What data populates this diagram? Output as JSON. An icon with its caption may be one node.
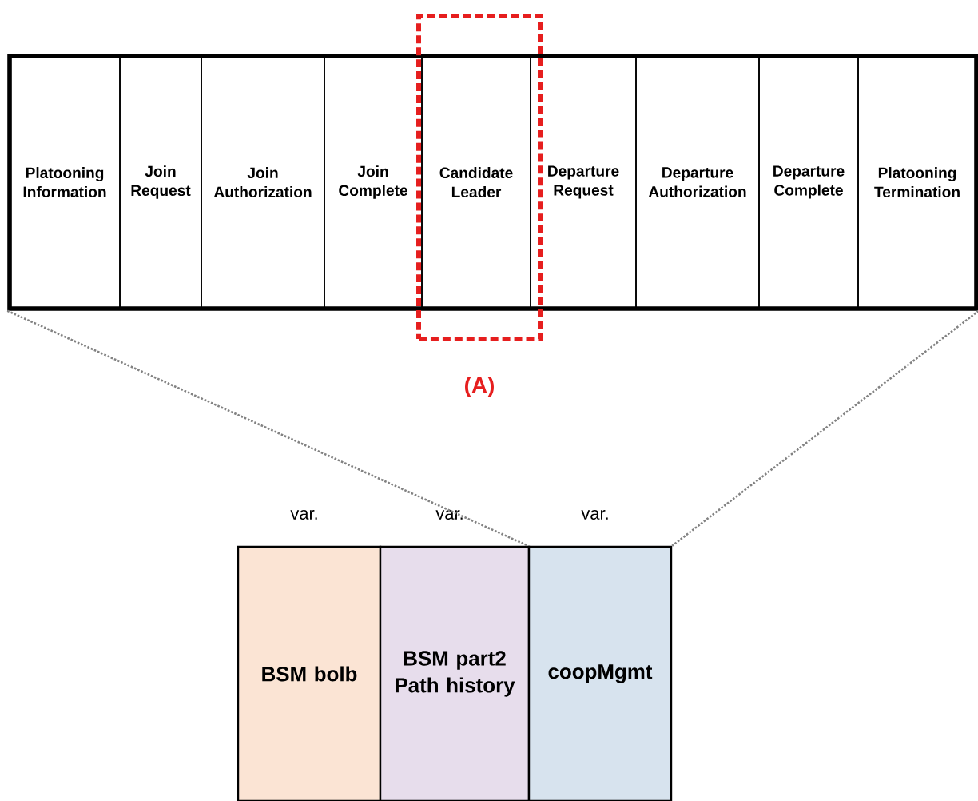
{
  "diagram": {
    "nodes": [
      {
        "text": [],
        "shape": "box"
      },
      {
        "text": [
          "Platooning Information"
        ],
        "in": 0
      },
      {
        "text": [
          "Join Request"
        ],
        "in": 0
      },
      {
        "text": [
          "Join Authorization"
        ],
        "in": 0
      },
      {
        "text": [
          "Join Complete"
        ],
        "in": 0
      },
      {
        "text": [
          "Candidate Leader"
        ]
      },
      {
        "text": [
          "Departure Request"
        ],
        "in": 0
      },
      {
        "text": [
          "Departure Authorization"
        ],
        "in": 0
      },
      {
        "text": [
          "Departure Complete"
        ],
        "in": 0
      },
      {
        "text": [
          "Platooning Termination"
        ],
        "in": 0
      },
      {
        "text": [],
        "shape": "box",
        "beside": [
          "(A)"
        ]
      },
      {
        "text": [
          "BSM bolb"
        ],
        "beside": [
          "var."
        ]
      },
      {
        "text": [
          "BSM part2 Path history"
        ],
        "beside": [
          "var."
        ]
      },
      {
        "text": [
          "coopMgmt"
        ],
        "beside": [
          "var."
        ]
      }
    ],
    "edges": [
      {
        "from": 0,
        "to": 13,
        "arrow": "none",
        "style": "dashed"
      },
      {
        "from": 0,
        "to": 13,
        "arrow": "none",
        "style": "dashed"
      }
    ]
  }
}
